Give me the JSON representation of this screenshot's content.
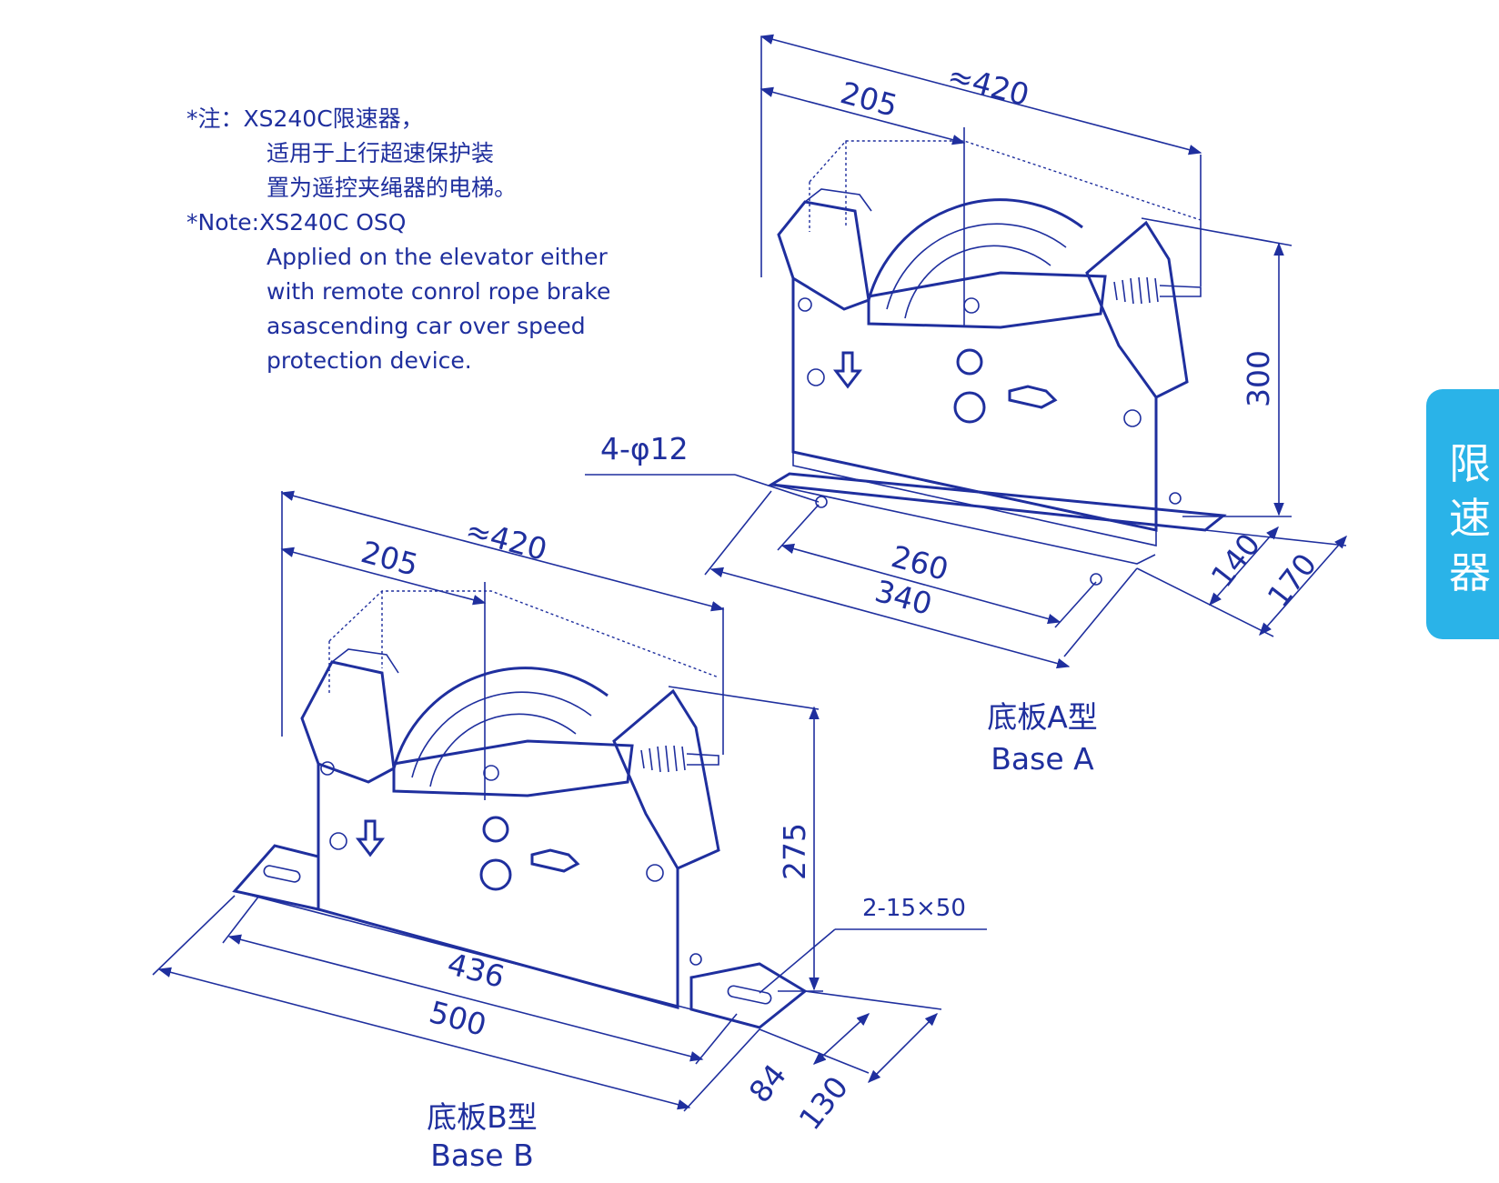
{
  "notes": {
    "zh_lines": [
      "*注：XS240C限速器，",
      "适用于上行超速保护装",
      "置为遥控夹绳器的电梯。"
    ],
    "en_lines": [
      "*Note:XS240C OSQ",
      "Applied on the elevator either",
      "with remote conrol rope brake",
      "asascending car over speed",
      "protection device."
    ]
  },
  "side_tab": {
    "label": "限速器",
    "color": "#2ab3e8"
  },
  "colors": {
    "line": "#1f2f9e"
  },
  "base_a": {
    "caption_zh": "底板A型",
    "caption_en": "Base A",
    "dims": {
      "total": "≈420",
      "half": "205",
      "height": "300",
      "holes": "4-φ12",
      "span1": "260",
      "span2": "340",
      "depth1": "140",
      "depth2": "170"
    }
  },
  "base_b": {
    "caption_zh": "底板B型",
    "caption_en": "Base B",
    "dims": {
      "total": "≈420",
      "half": "205",
      "height": "275",
      "slots": "2-15×50",
      "span1": "436",
      "span2": "500",
      "depth1": "84",
      "depth2": "130"
    }
  }
}
